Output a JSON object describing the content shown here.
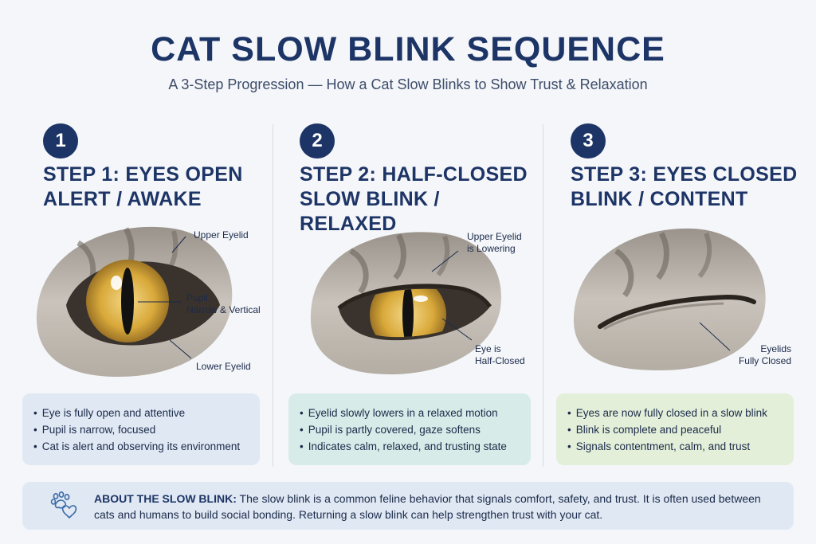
{
  "header": {
    "title": "CAT SLOW BLINK SEQUENCE",
    "subtitle": "A 3-Step Progression — How a Cat Slow Blinks to Show Trust & Relaxation"
  },
  "steps": [
    {
      "number": "1",
      "title_line1": "STEP 1: EYES OPEN",
      "title_line2": "ALERT / AWAKE",
      "callouts": {
        "upper": "Upper Eyelid",
        "pupil_line1": "Pupil",
        "pupil_line2": "Narrow & Vertical",
        "lower": "Lower Eyelid"
      },
      "bullets": [
        "Eye is fully open and attentive",
        "Pupil is narrow, focused",
        "Cat is alert and observing its environment"
      ]
    },
    {
      "number": "2",
      "title_line1": "STEP 2: HALF-CLOSED",
      "title_line2": "SLOW BLINK / RELAXED",
      "callouts": {
        "upper_line1": "Upper Eyelid",
        "upper_line2": "is Lowering",
        "eye_line1": "Eye is",
        "eye_line2": "Half-Closed"
      },
      "bullets": [
        "Eyelid slowly lowers in a relaxed motion",
        "Pupil is partly covered, gaze softens",
        "Indicates calm, relaxed, and trusting state"
      ]
    },
    {
      "number": "3",
      "title_line1": "STEP 3: EYES CLOSED",
      "title_line2": "BLINK / CONTENT",
      "callouts": {
        "lids_line1": "Eyelids",
        "lids_line2": "Fully Closed"
      },
      "bullets": [
        "Eyes are now fully closed in a slow blink",
        "Blink is complete and peaceful",
        "Signals contentment, calm, and trust"
      ]
    }
  ],
  "about": {
    "icon": "paw-heart-icon",
    "label": "ABOUT THE SLOW BLINK:",
    "text_line1": "The slow blink is a common feline behavior that signals comfort, safety, and trust. It is often used between",
    "text_line2": "cats and humans to build social bonding. Returning a slow blink can help strengthen trust with your cat."
  },
  "colors": {
    "navy": "#1d3466",
    "iris": "#d9a93a",
    "fur": "#a9a29a",
    "box_blue": "#dfe8f3",
    "box_teal": "#d7ece8",
    "box_green": "#e3efd9"
  }
}
